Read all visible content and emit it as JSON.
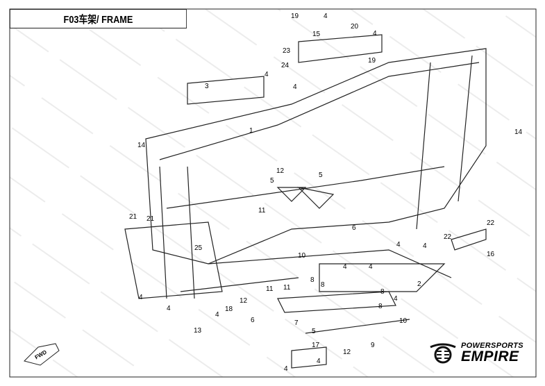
{
  "title": "F03车架/ FRAME",
  "watermark": "POWERSPORTS EMPIRE",
  "logo": {
    "line1": "POWERSPORTS",
    "line2": "EMPIRE"
  },
  "fwd_label": "FWD",
  "callouts": [
    "19",
    "4",
    "20",
    "4",
    "15",
    "23",
    "19",
    "24",
    "3",
    "4",
    "4",
    "1",
    "14",
    "14",
    "12",
    "5",
    "5",
    "11",
    "21",
    "21",
    "25",
    "6",
    "22",
    "22",
    "4",
    "4",
    "16",
    "10",
    "4",
    "4",
    "2",
    "8",
    "8",
    "11",
    "11",
    "4",
    "4",
    "12",
    "18",
    "8",
    "4",
    "8",
    "4",
    "6",
    "7",
    "13",
    "5",
    "10",
    "9",
    "17",
    "12",
    "4",
    "4"
  ]
}
